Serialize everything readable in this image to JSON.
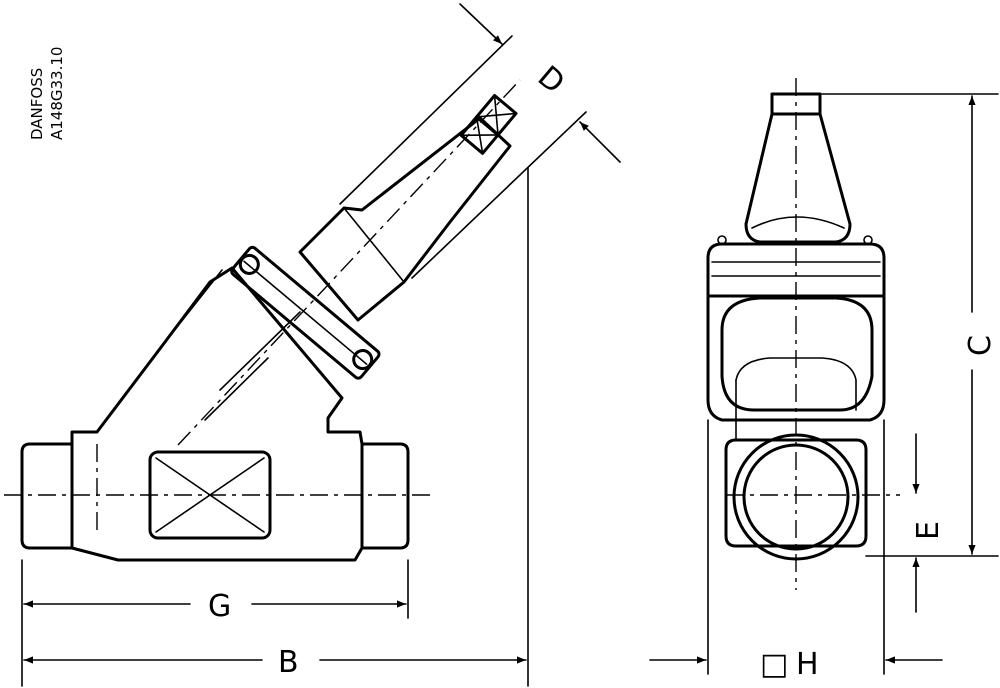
{
  "drawing": {
    "manufacturer": "DANFOSS",
    "drawing_code": "A148G33.10",
    "dimension_labels": {
      "B": "B",
      "C": "C",
      "D": "D",
      "E": "E",
      "G": "G",
      "H": "H",
      "H_symbol": "□"
    }
  }
}
